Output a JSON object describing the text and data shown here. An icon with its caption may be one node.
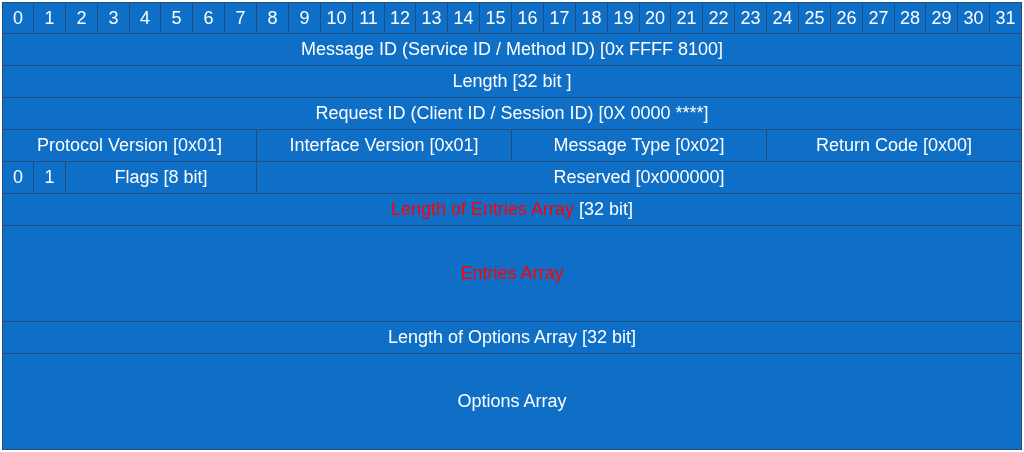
{
  "diagram": {
    "nodes": [
      {
        "text": [
          "0"
        ]
      },
      {
        "text": [
          "1"
        ]
      },
      {
        "text": [
          "2"
        ]
      },
      {
        "text": [
          "3"
        ]
      },
      {
        "text": [
          "4"
        ]
      },
      {
        "text": [
          "5"
        ]
      },
      {
        "text": [
          "6"
        ]
      },
      {
        "text": [
          "7"
        ]
      },
      {
        "text": [
          "8"
        ]
      },
      {
        "text": [
          "9"
        ]
      },
      {
        "text": [
          "10"
        ]
      },
      {
        "text": [
          "11"
        ]
      },
      {
        "text": [
          "12"
        ]
      },
      {
        "text": [
          "13"
        ]
      },
      {
        "text": [
          "14"
        ]
      },
      {
        "text": [
          "15"
        ]
      },
      {
        "text": [
          "16"
        ]
      },
      {
        "text": [
          "17"
        ]
      },
      {
        "text": [
          "18"
        ]
      },
      {
        "text": [
          "19"
        ]
      },
      {
        "text": [
          "20"
        ]
      },
      {
        "text": [
          "21"
        ]
      },
      {
        "text": [
          "22"
        ]
      },
      {
        "text": [
          "23"
        ]
      },
      {
        "text": [
          "24"
        ]
      },
      {
        "text": [
          "25"
        ]
      },
      {
        "text": [
          "26"
        ]
      },
      {
        "text": [
          "27"
        ]
      },
      {
        "text": [
          "28"
        ]
      },
      {
        "text": [
          "29"
        ]
      },
      {
        "text": [
          "30"
        ]
      },
      {
        "text": [
          "31"
        ]
      },
      {
        "text": [
          "Message ID (Service ID / Method ID) [0x FFFF 8100]"
        ]
      },
      {
        "text": [
          "Length [32 bit ]"
        ]
      },
      {
        "text": [
          "Request ID (Client ID / Session ID) [0X 0000 ****]"
        ]
      },
      {
        "text": [
          "Protocol Version [0x01]"
        ]
      },
      {
        "text": [
          "Interface Version [0x01]"
        ]
      },
      {
        "text": [
          "Message Type [0x02]"
        ]
      },
      {
        "text": [
          "Return Code [0x00]"
        ]
      },
      {
        "text": [
          "0"
        ]
      },
      {
        "text": [
          "1"
        ]
      },
      {
        "text": [
          "Flags [8 bit]"
        ]
      },
      {
        "text": [
          "Reserved [0x000000]"
        ]
      },
      {
        "text": [
          "Length of Entries Array",
          "[32 bit]"
        ]
      },
      {
        "text": [
          "Entries Array"
        ]
      },
      {
        "text": [
          "Length of Options Array [32 bit]"
        ]
      },
      {
        "text": [
          "Options Array"
        ]
      }
    ]
  }
}
